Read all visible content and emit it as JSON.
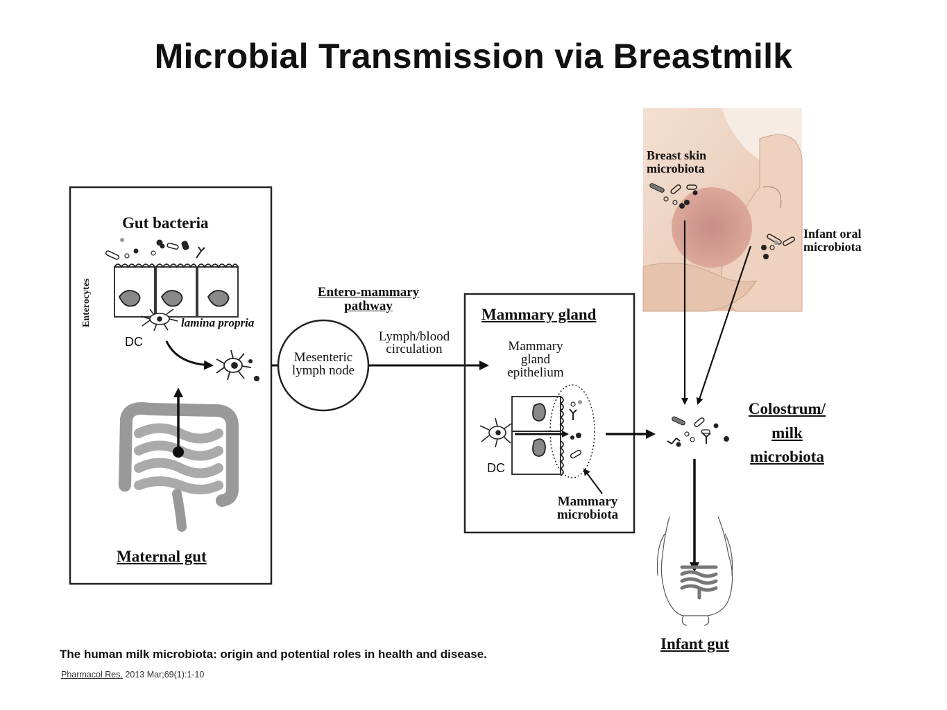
{
  "title": "Microbial Transmission via Breastmilk",
  "diagram": {
    "gut_box": {
      "heading": "Gut bacteria",
      "enterocytes": "Enterocytes",
      "lamina_propria": "lamina propria",
      "dc": "DC",
      "footer": "Maternal gut"
    },
    "pathway": {
      "title_line1": "Entero-mammary",
      "title_line2": "pathway",
      "circulation_line1": "Lymph/blood",
      "circulation_line2": "circulation",
      "node_line1": "Mesenteric",
      "node_line2": "lymph node"
    },
    "mammary_box": {
      "heading": "Mammary gland",
      "epithelium_line1": "Mammary",
      "epithelium_line2": "gland",
      "epithelium_line3": "epithelium",
      "dc": "DC",
      "microbiota_line1": "Mammary",
      "microbiota_line2": "microbiota"
    },
    "breast_photo": {
      "skin_line1": "Breast skin",
      "skin_line2": "microbiota",
      "oral_line1": "Infant oral",
      "oral_line2": "microbiota"
    },
    "colostrum": {
      "line1": "Colostrum/",
      "line2": "milk",
      "line3": "microbiota"
    },
    "infant_gut": "Infant gut"
  },
  "caption": "The human milk microbiota: origin and potential roles in health and disease.",
  "citation": {
    "journal": "Pharmacol Res.",
    "details": "2013 Mar;69(1):1-10"
  }
}
